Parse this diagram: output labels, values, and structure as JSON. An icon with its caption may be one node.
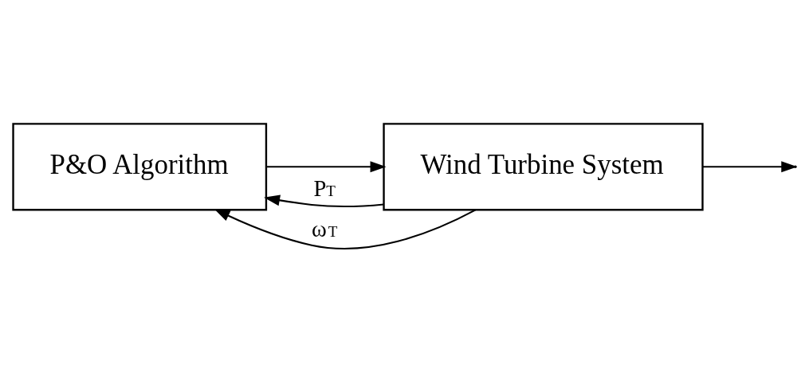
{
  "diagram": {
    "nodes": [
      {
        "text": [
          "P&O Algorithm"
        ]
      },
      {
        "text": [
          "Wind Turbine System"
        ]
      }
    ],
    "edges": [
      {
        "from": 0,
        "to": 1,
        "arrow": "to"
      },
      {
        "from": 1,
        "to": null,
        "arrow": "to"
      },
      {
        "from": 1,
        "to": 0,
        "arrow": "to",
        "label": "P$_{T}$"
      },
      {
        "from": 1,
        "to": 0,
        "arrow": "to",
        "label": "ω$_{T}$"
      }
    ]
  }
}
